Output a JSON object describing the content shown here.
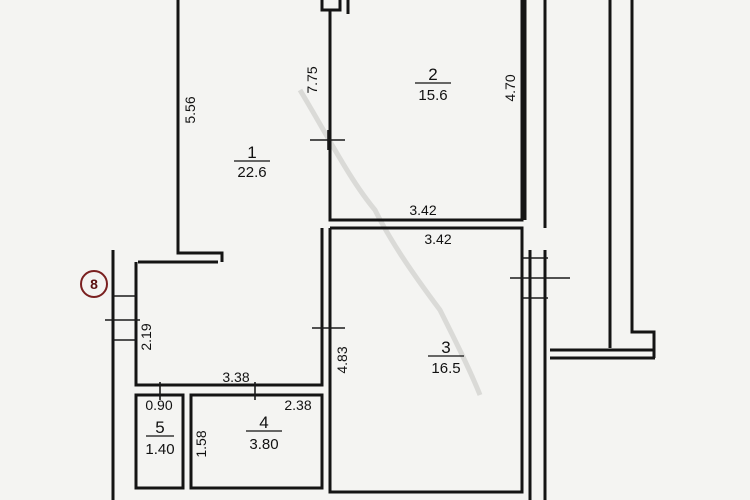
{
  "rooms": [
    {
      "number": "1",
      "area": "22.6"
    },
    {
      "number": "2",
      "area": "15.6"
    },
    {
      "number": "3",
      "area": "16.5"
    },
    {
      "number": "4",
      "area": "3.80"
    },
    {
      "number": "5",
      "area": "1.40"
    }
  ],
  "dimensions": {
    "room1_side": "5.56",
    "room1_right": "7.75",
    "room2_right": "4.70",
    "room2_bottom": "3.42",
    "room3_top": "3.42",
    "room3_left": "4.83",
    "corridor_left": "2.19",
    "corridor_bottom": "3.38",
    "room4_top": "2.38",
    "room4_left": "1.58",
    "room5_top": "0.90"
  },
  "marker": {
    "label": "8",
    "color": "#7a2020"
  },
  "colors": {
    "background": "#f4f4f2",
    "walls": "#141414"
  }
}
